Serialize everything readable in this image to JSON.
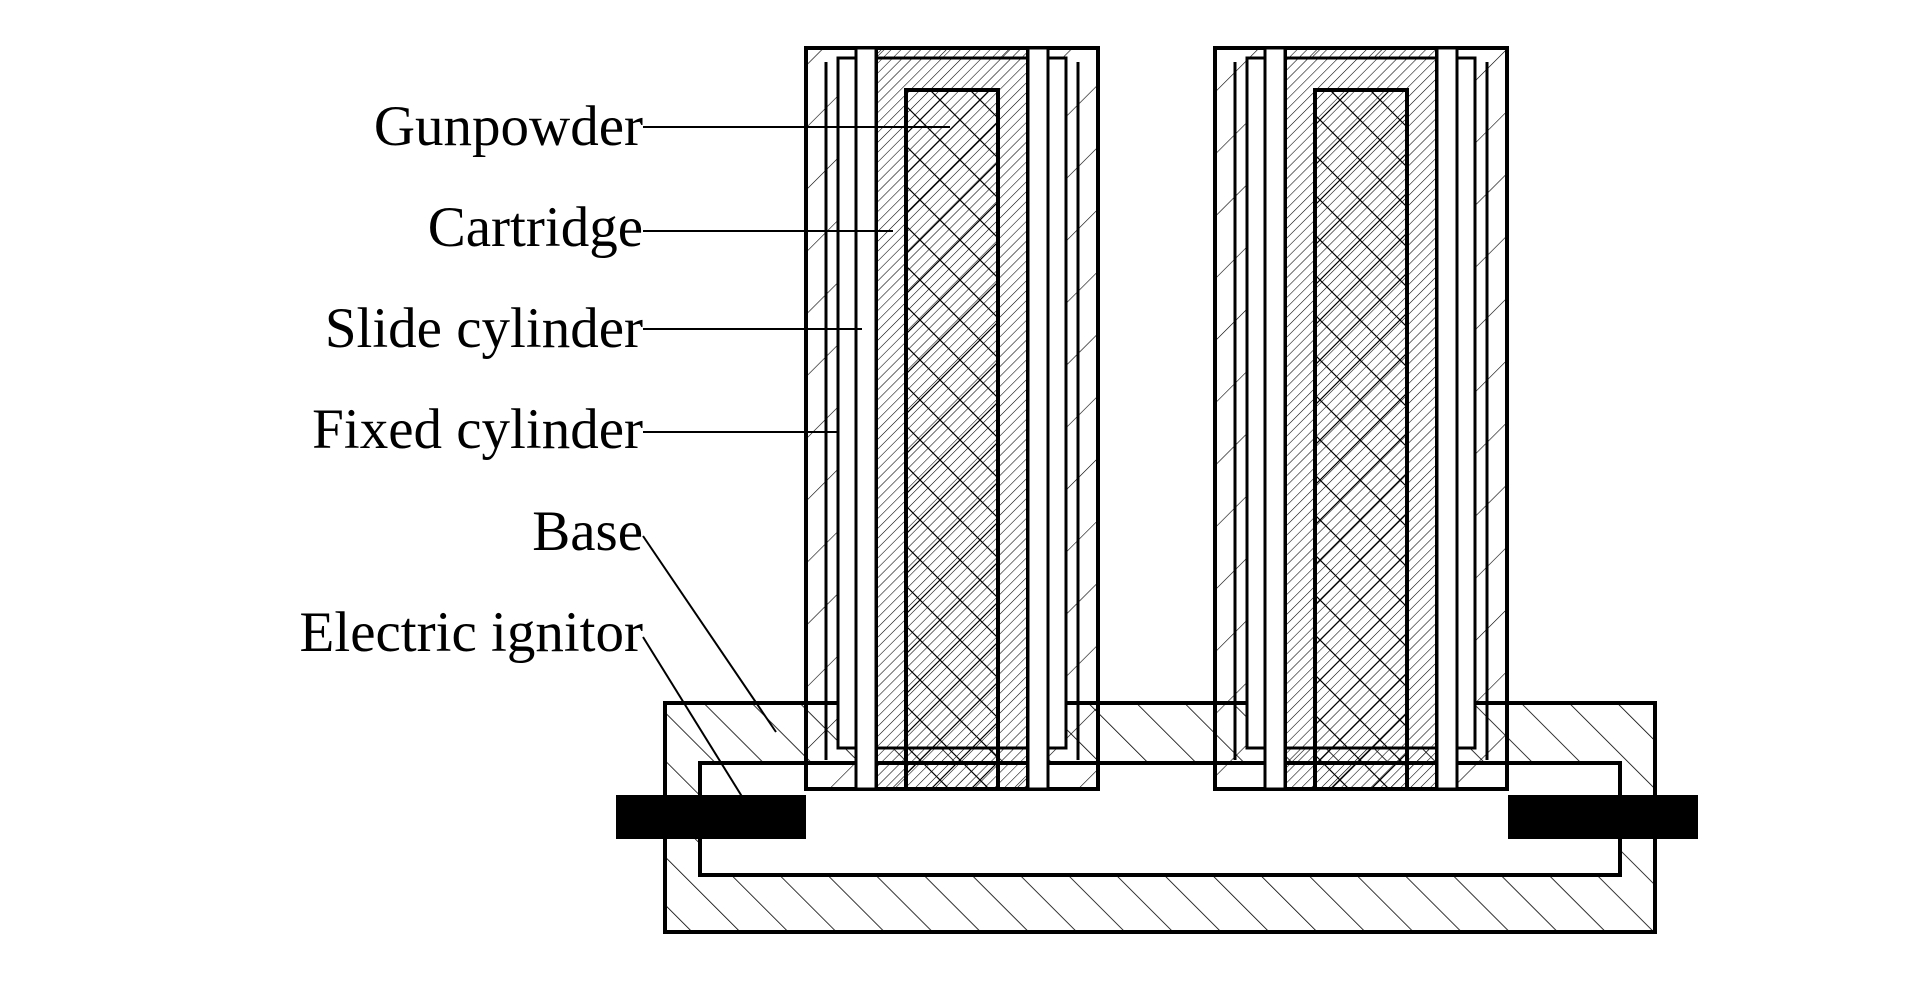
{
  "labels": {
    "gunpowder": "Gunpowder",
    "cartridge": "Cartridge",
    "slide_cylinder": "Slide cylinder",
    "fixed_cylinder": "Fixed cylinder",
    "base": "Base",
    "electric_ignitor": "Electric ignitor"
  },
  "colors": {
    "line": "#000000",
    "background": "#ffffff"
  }
}
